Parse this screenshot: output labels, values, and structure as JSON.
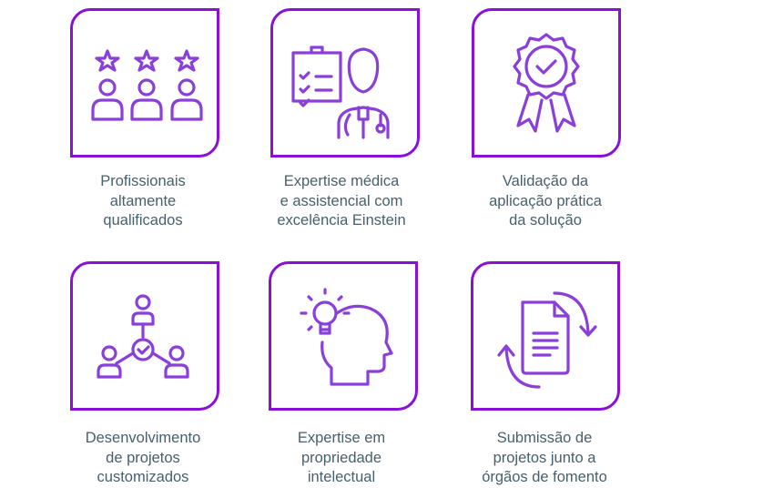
{
  "cards": [
    {
      "icon": "people-stars-icon",
      "lines": [
        "Profissionais",
        "altamente",
        "qualificados"
      ]
    },
    {
      "icon": "doctor-checklist-icon",
      "lines": [
        "Expertise médica",
        "e assistencial com",
        "excelência Einstein"
      ]
    },
    {
      "icon": "award-badge-icon",
      "lines": [
        "Validação da",
        "aplicação prática",
        "da solução"
      ]
    },
    {
      "icon": "network-people-icon",
      "lines": [
        "Desenvolvimento",
        "de projetos",
        "customizados"
      ]
    },
    {
      "icon": "head-lightbulb-icon",
      "lines": [
        "Expertise em",
        "propriedade",
        "intelectual"
      ]
    },
    {
      "icon": "document-cycle-icon",
      "lines": [
        "Submissão de",
        "projetos junto a",
        "órgãos de fomento"
      ]
    }
  ],
  "colors": {
    "border": "#8a10d8",
    "icon": "#8b3fd9",
    "text": "#46616d"
  }
}
